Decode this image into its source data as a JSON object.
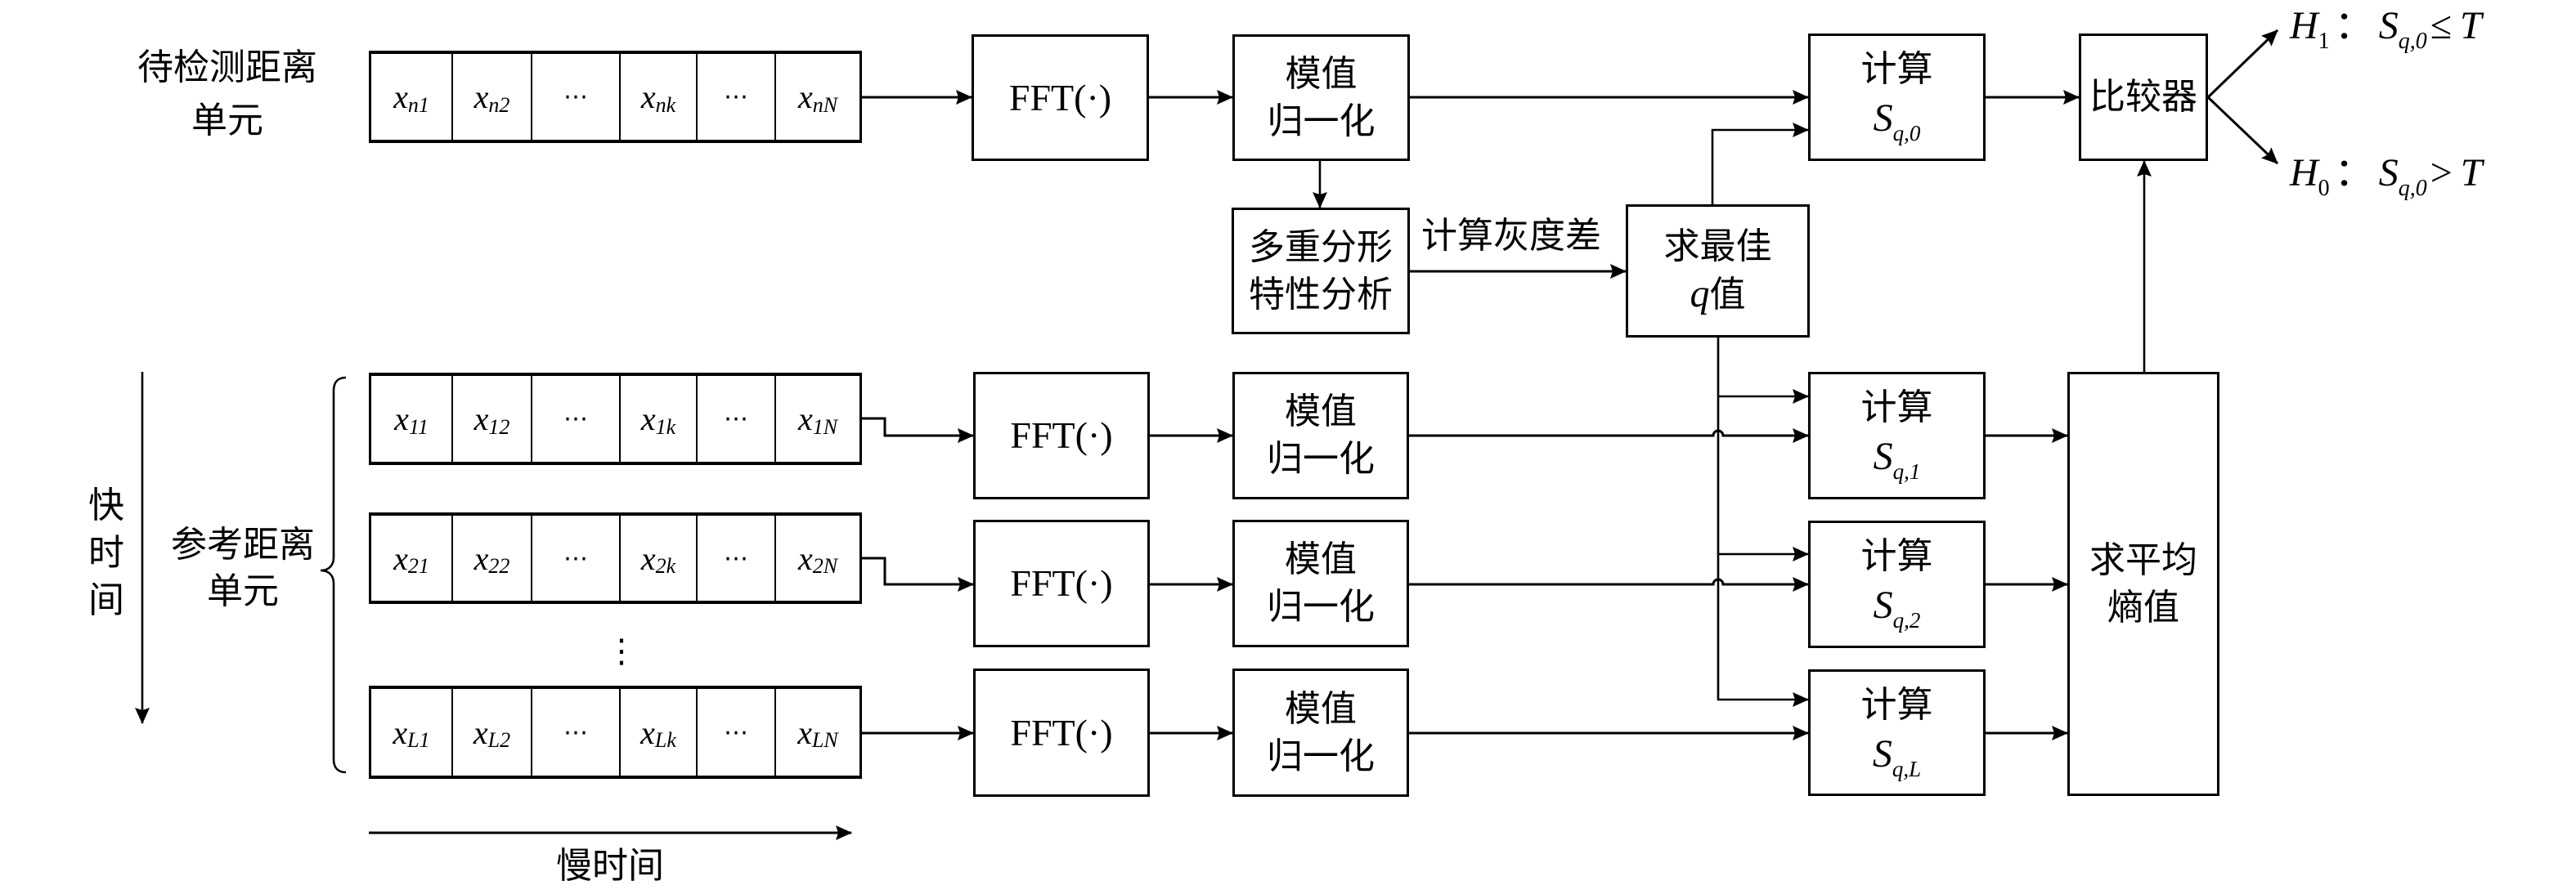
{
  "test_range_cell": {
    "label": [
      "待检测距离",
      "单元"
    ],
    "cells": [
      {
        "base": "x",
        "sub": "n1"
      },
      {
        "base": "x",
        "sub": "n2"
      },
      {
        "base": "⋯",
        "sub": ""
      },
      {
        "base": "x",
        "sub": "nk"
      },
      {
        "base": "⋯",
        "sub": ""
      },
      {
        "base": "x",
        "sub": "nN"
      }
    ]
  },
  "reference_range_cells": {
    "label": [
      "参考距离",
      "单元"
    ],
    "rows": [
      {
        "cells": [
          {
            "base": "x",
            "sub": "11"
          },
          {
            "base": "x",
            "sub": "12"
          },
          {
            "base": "⋯",
            "sub": ""
          },
          {
            "base": "x",
            "sub": "1k"
          },
          {
            "base": "⋯",
            "sub": ""
          },
          {
            "base": "x",
            "sub": "1N"
          }
        ]
      },
      {
        "cells": [
          {
            "base": "x",
            "sub": "21"
          },
          {
            "base": "x",
            "sub": "22"
          },
          {
            "base": "⋯",
            "sub": ""
          },
          {
            "base": "x",
            "sub": "2k"
          },
          {
            "base": "⋯",
            "sub": ""
          },
          {
            "base": "x",
            "sub": "2N"
          }
        ]
      },
      {
        "cells": [
          {
            "base": "x",
            "sub": "L1"
          },
          {
            "base": "x",
            "sub": "L2"
          },
          {
            "base": "⋯",
            "sub": ""
          },
          {
            "base": "x",
            "sub": "Lk"
          },
          {
            "base": "⋯",
            "sub": ""
          },
          {
            "base": "x",
            "sub": "LN"
          }
        ]
      }
    ],
    "row_gap_ellipsis": "⋮"
  },
  "axes": {
    "fast_time": "快时间",
    "slow_time": "慢时间"
  },
  "test_pipeline": {
    "fft": "FFT(·)",
    "normalize": [
      "模值",
      "归一化"
    ],
    "calc": {
      "label": "计算",
      "symbol": "S",
      "sub": "q,0"
    }
  },
  "reference_pipelines": [
    {
      "fft": "FFT(·)",
      "normalize": [
        "模值",
        "归一化"
      ],
      "calc": {
        "label": "计算",
        "symbol": "S",
        "sub": "q,1"
      }
    },
    {
      "fft": "FFT(·)",
      "normalize": [
        "模值",
        "归一化"
      ],
      "calc": {
        "label": "计算",
        "symbol": "S",
        "sub": "q,2"
      }
    },
    {
      "fft": "FFT(·)",
      "normalize": [
        "模值",
        "归一化"
      ],
      "calc": {
        "label": "计算",
        "symbol": "S",
        "sub": "q,L"
      }
    }
  ],
  "multifractal": [
    "多重分形",
    "特性分析"
  ],
  "gray_difference_label": "计算灰度差",
  "best_q": {
    "line1": "求最佳",
    "var": "q",
    "line2_suffix": "值"
  },
  "comparator": "比较器",
  "average_entropy": [
    "求平均",
    "熵值"
  ],
  "decisions": [
    {
      "hyp": "H",
      "hyp_sub": "1",
      "sep": "：",
      "stat": "S",
      "stat_sub": "q,0",
      "op": "≤",
      "thr": "T"
    },
    {
      "hyp": "H",
      "hyp_sub": "0",
      "sep": "：",
      "stat": "S",
      "stat_sub": "q,0",
      "op": ">",
      "thr": "T"
    }
  ]
}
